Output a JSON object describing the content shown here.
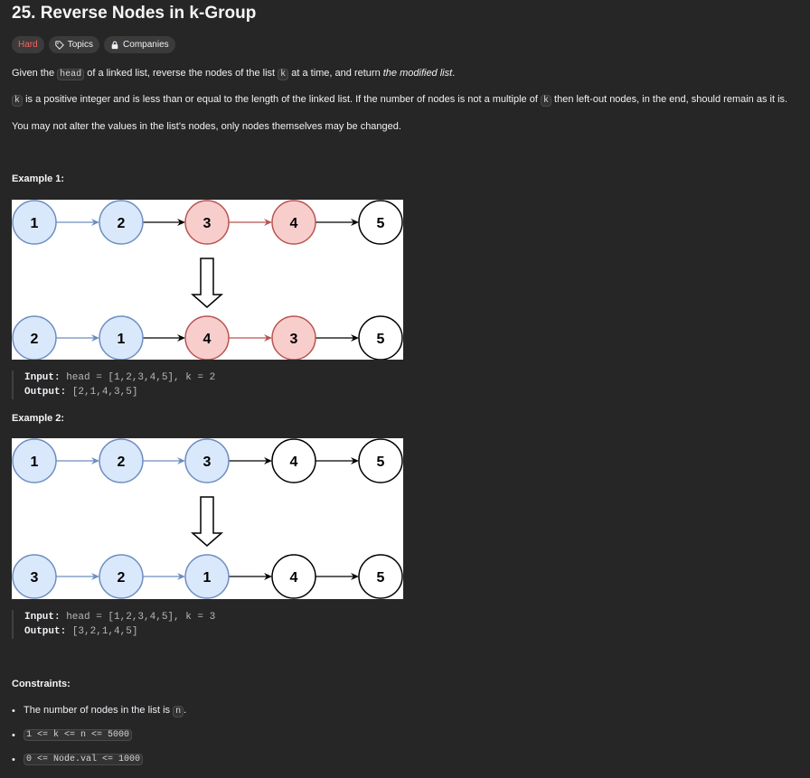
{
  "problem": {
    "title": "25. Reverse Nodes in k-Group",
    "difficulty": "Hard",
    "topics_label": "Topics",
    "companies_label": "Companies"
  },
  "description": {
    "p1_a": "Given the ",
    "p1_code1": "head",
    "p1_b": " of a linked list, reverse the nodes of the list ",
    "p1_code2": "k",
    "p1_c": " at a time, and return ",
    "p1_em": "the modified list",
    "p1_d": ".",
    "p2_code1": "k",
    "p2_a": " is a positive integer and is less than or equal to the length of the linked list. If the number of nodes is not a multiple of ",
    "p2_code2": "k",
    "p2_b": " then left-out nodes, in the end, should remain as it is.",
    "p3": "You may not alter the values in the list's nodes, only nodes themselves may be changed."
  },
  "examples": [
    {
      "title": "Example 1:",
      "input_label": "Input:",
      "input_value": " head = [1,2,3,4,5], k = 2",
      "output_label": "Output:",
      "output_value": " [2,1,4,3,5]",
      "diagram": {
        "top": [
          {
            "val": "1",
            "style": "blue"
          },
          {
            "val": "2",
            "style": "blue"
          },
          {
            "val": "3",
            "style": "red"
          },
          {
            "val": "4",
            "style": "red"
          },
          {
            "val": "5",
            "style": "white"
          }
        ],
        "top_arrows": [
          "blue",
          "black",
          "red",
          "black"
        ],
        "bottom": [
          {
            "val": "2",
            "style": "blue"
          },
          {
            "val": "1",
            "style": "blue"
          },
          {
            "val": "4",
            "style": "red"
          },
          {
            "val": "3",
            "style": "red"
          },
          {
            "val": "5",
            "style": "white"
          }
        ],
        "bottom_arrows": [
          "blue",
          "black",
          "red",
          "black"
        ]
      }
    },
    {
      "title": "Example 2:",
      "input_label": "Input:",
      "input_value": " head = [1,2,3,4,5], k = 3",
      "output_label": "Output:",
      "output_value": " [3,2,1,4,5]",
      "diagram": {
        "top": [
          {
            "val": "1",
            "style": "blue"
          },
          {
            "val": "2",
            "style": "blue"
          },
          {
            "val": "3",
            "style": "blue"
          },
          {
            "val": "4",
            "style": "white"
          },
          {
            "val": "5",
            "style": "white"
          }
        ],
        "top_arrows": [
          "blue",
          "blue",
          "black",
          "black"
        ],
        "bottom": [
          {
            "val": "3",
            "style": "blue"
          },
          {
            "val": "2",
            "style": "blue"
          },
          {
            "val": "1",
            "style": "blue"
          },
          {
            "val": "4",
            "style": "white"
          },
          {
            "val": "5",
            "style": "white"
          }
        ],
        "bottom_arrows": [
          "blue",
          "blue",
          "black",
          "black"
        ]
      }
    }
  ],
  "constraints": {
    "title": "Constraints:",
    "c1_text": "The number of nodes in the list is ",
    "c1_code": "n",
    "c1_end": ".",
    "c2_code": "1 <= k <= n <= 5000",
    "c3_code": "0 <= Node.val <= 1000"
  },
  "colors": {
    "background": "#262626",
    "hard": "#f8615c",
    "blue_fill": "#dae8fc",
    "blue_stroke": "#6c8ebf",
    "red_fill": "#f8cecc",
    "red_stroke": "#b85450"
  }
}
